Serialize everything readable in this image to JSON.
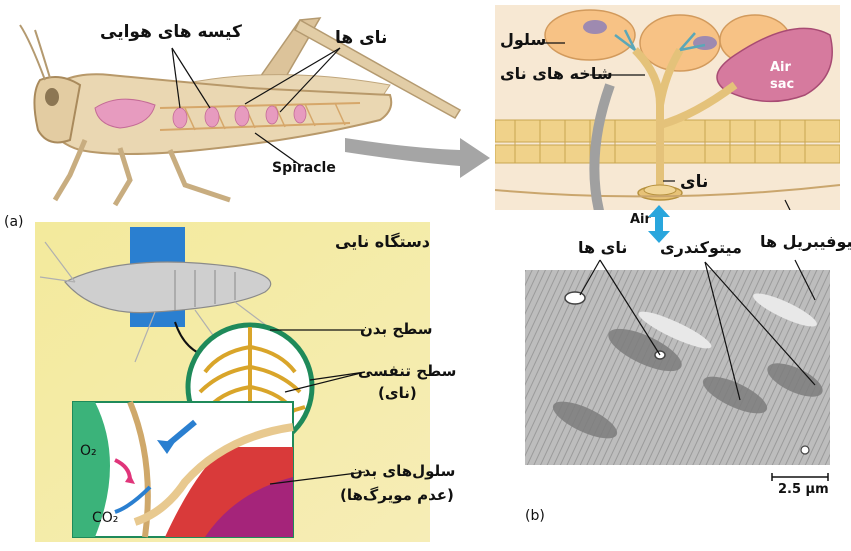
{
  "panel_a": {
    "tag": "(a)",
    "air_sacs_label": "کیسه های هوایی",
    "tracheae_label": "نای ها",
    "spiracle_label": "Spiracle"
  },
  "panel_b": {
    "tag": "(b)",
    "cell_label": "سلول",
    "tracheole_label": "شاخه های نای",
    "air_sac_label_line1": "Air",
    "air_sac_label_line2": "sac",
    "trachea_label": "نای",
    "air_label": "Air",
    "myofibrils_label": "میوفیبریل ها",
    "tracheoles_label": "نای ها",
    "mitochondria_label": "میتوکندری",
    "scale_label": "2.5 µm"
  },
  "panel_c": {
    "title": "دستگاه نایی",
    "body_surface": "سطح بدن",
    "resp_surface_line1": "سطح تنفسی",
    "resp_surface_line2": "(نای)",
    "body_cells_line1": "سلول‌های بدن",
    "body_cells_line2": "(عدم مویرگ‌ها)",
    "o2": "O₂",
    "co2": "CO₂"
  }
}
